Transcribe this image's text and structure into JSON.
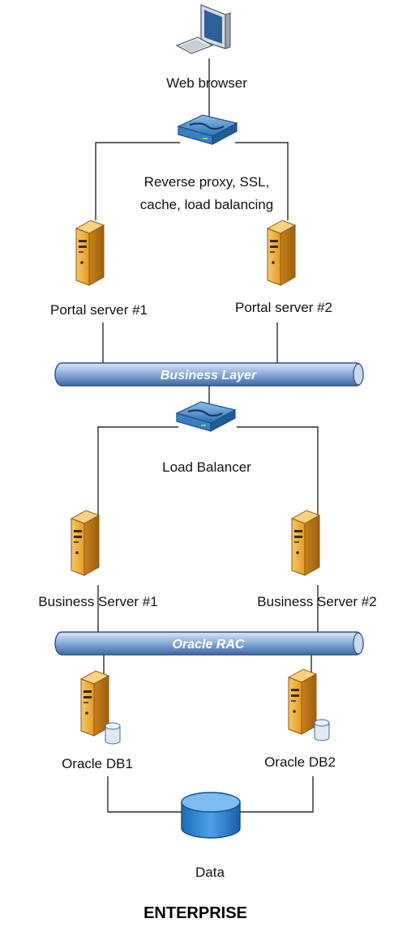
{
  "nodes": {
    "web_browser": "Web browser",
    "reverse_proxy_line1": "Reverse proxy, SSL,",
    "reverse_proxy_line2": "cache, load balancing",
    "portal_server_1": "Portal server #1",
    "portal_server_2": "Portal server #2",
    "load_balancer": "Load Balancer",
    "business_server_1": "Business Server #1",
    "business_server_2": "Business Server #2",
    "oracle_db1": "Oracle DB1",
    "oracle_db2": "Oracle DB2",
    "data": "Data"
  },
  "buses": {
    "business_layer": "Business Layer",
    "oracle_rac": "Oracle RAC"
  },
  "footer": {
    "title": "ENTERPRISE"
  },
  "icons": {
    "workstation": "computer-icon",
    "router": "router-icon",
    "server": "server-icon",
    "database": "database-icon"
  },
  "colors": {
    "server_orange": "#f4b13d",
    "bus_blue": "#6f97cc",
    "router_blue": "#4a8fd0",
    "database_blue": "#2f86d6"
  }
}
